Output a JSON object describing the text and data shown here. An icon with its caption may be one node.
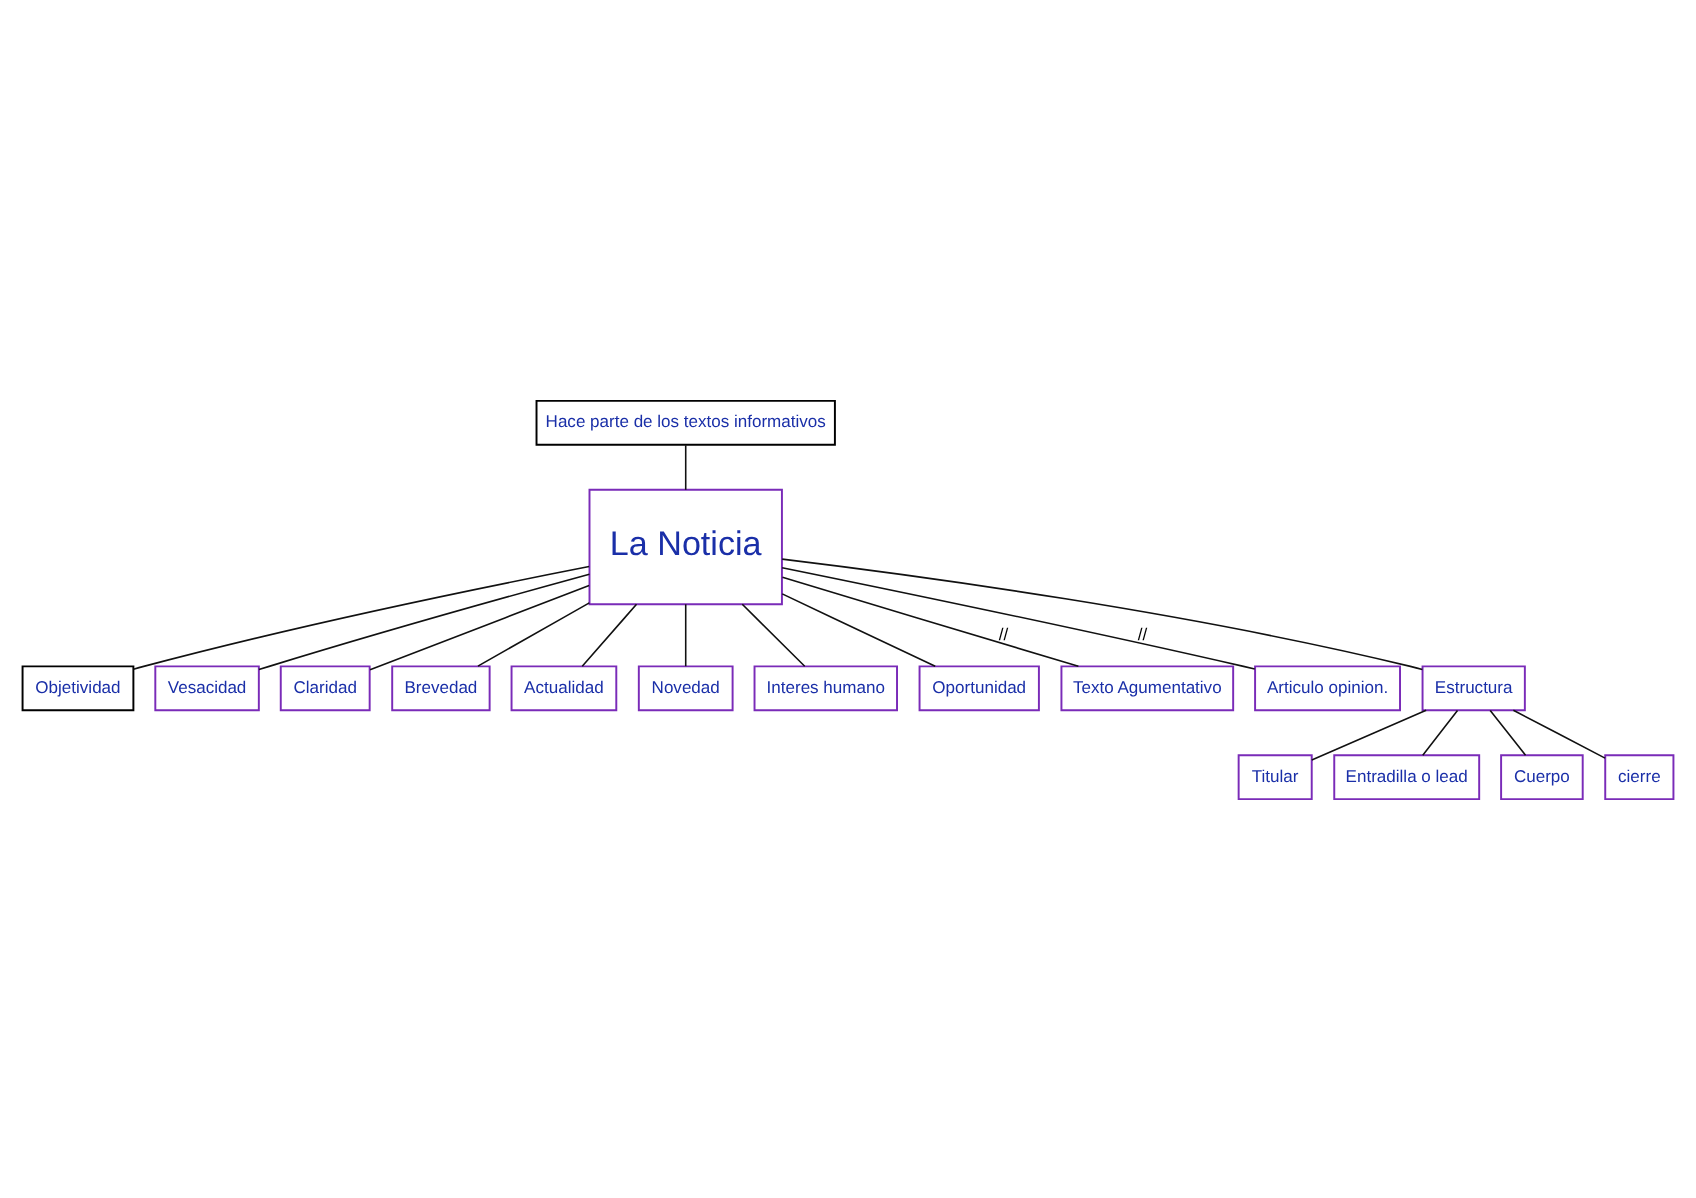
{
  "diagram": {
    "nodes": [
      {
        "text": [
          "Hace parte de los textos informativos"
        ]
      },
      {
        "text": [
          "La Noticia"
        ]
      },
      {
        "text": [
          "Objetividad"
        ]
      },
      {
        "text": [
          "Vesacidad"
        ]
      },
      {
        "text": [
          "Claridad"
        ]
      },
      {
        "text": [
          "Brevedad"
        ]
      },
      {
        "text": [
          "Actualidad"
        ]
      },
      {
        "text": [
          "Novedad"
        ]
      },
      {
        "text": [
          "Interes humano"
        ]
      },
      {
        "text": [
          "Oportunidad"
        ]
      },
      {
        "text": [
          "Texto Agumentativo"
        ]
      },
      {
        "text": [
          "Articulo opinion."
        ]
      },
      {
        "text": [
          "Estructura"
        ]
      },
      {
        "text": [
          "Titular"
        ]
      },
      {
        "text": [
          "Entradilla o lead"
        ]
      },
      {
        "text": [
          "Cuerpo"
        ]
      },
      {
        "text": [
          "cierre"
        ]
      }
    ],
    "edges": [
      {
        "from": 0,
        "to": 1,
        "arrow": "none"
      },
      {
        "from": 1,
        "to": 2,
        "arrow": "none"
      },
      {
        "from": 1,
        "to": 3,
        "arrow": "none"
      },
      {
        "from": 1,
        "to": 4,
        "arrow": "none"
      },
      {
        "from": 1,
        "to": 5,
        "arrow": "none"
      },
      {
        "from": 1,
        "to": 6,
        "arrow": "none"
      },
      {
        "from": 1,
        "to": 7,
        "arrow": "none"
      },
      {
        "from": 1,
        "to": 8,
        "arrow": "none"
      },
      {
        "from": 1,
        "to": 9,
        "arrow": "none"
      },
      {
        "from": 1,
        "to": 10,
        "arrow": "none",
        "label": "//"
      },
      {
        "from": 1,
        "to": 11,
        "arrow": "none",
        "label": "//"
      },
      {
        "from": 1,
        "to": 12,
        "arrow": "none"
      },
      {
        "from": 12,
        "to": 13,
        "arrow": "none"
      },
      {
        "from": 12,
        "to": 14,
        "arrow": "none"
      },
      {
        "from": 12,
        "to": 15,
        "arrow": "none"
      },
      {
        "from": 12,
        "to": 16,
        "arrow": "none"
      }
    ]
  }
}
